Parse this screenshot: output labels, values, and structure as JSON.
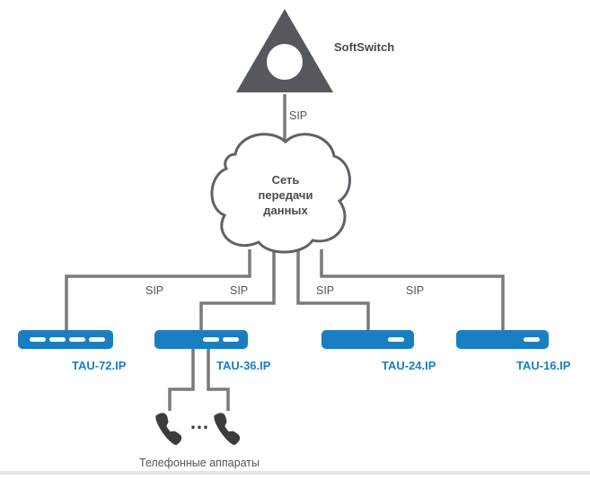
{
  "softswitch": {
    "label": "SoftSwitch",
    "icon": "softswitch-triangle-icon"
  },
  "uplink_label": "SIP",
  "cloud": {
    "line1": "Сеть",
    "line2": "передачи",
    "line3": "данных",
    "icon": "cloud-icon"
  },
  "links": [
    {
      "label": "SIP"
    },
    {
      "label": "SIP"
    },
    {
      "label": "SIP"
    },
    {
      "label": "SIP"
    }
  ],
  "devices": [
    {
      "name": "TAU-72.IP"
    },
    {
      "name": "TAU-36.IP"
    },
    {
      "name": "TAU-24.IP"
    },
    {
      "name": "TAU-16.IP"
    }
  ],
  "phones": {
    "label": "Телефонные аппараты",
    "ellipsis": "…",
    "icon": "telephone-handset-icon"
  },
  "colors": {
    "line": "#7a7a7a",
    "node_dark": "#55585c",
    "device_blue": "#1a7fc1",
    "label_blue": "#1a7fc1",
    "cloud_stroke": "#5f6368"
  }
}
